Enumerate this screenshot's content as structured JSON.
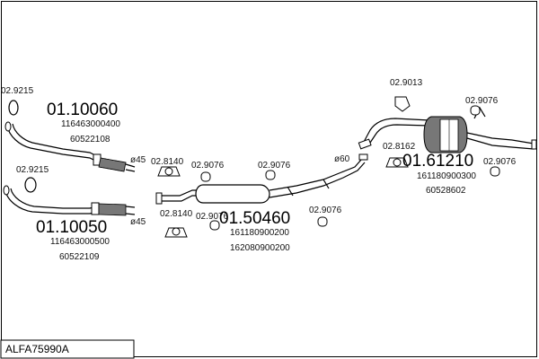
{
  "diagram": {
    "id_label": "ALFA75990A",
    "parts": [
      {
        "number": "01.10060",
        "ref1": "116463000400",
        "ref2": "60522108"
      },
      {
        "number": "01.10050",
        "ref1": "116463000500",
        "ref2": "60522109"
      },
      {
        "number": "01.50460",
        "ref1": "161180900200",
        "ref2": "162080900200"
      },
      {
        "number": "01.61210",
        "ref1": "161180900300",
        "ref2": "60528602"
      }
    ],
    "fittings": {
      "gasket_a": "02.9215",
      "gasket_b": "02.9215",
      "clamp_a": "02.8140",
      "clamp_b": "02.8140",
      "hanger_a": "02.9076",
      "hanger_b": "02.9076",
      "hanger_c": "02.9076",
      "hanger_d": "02.9076",
      "hanger_e": "02.9076",
      "hanger_f": "02.9076",
      "clamp_c": "02.8162",
      "mount_d": "02.9013"
    },
    "diameters": {
      "d45_a": "ø45",
      "d45_b": "ø45",
      "d60": "ø60"
    }
  }
}
